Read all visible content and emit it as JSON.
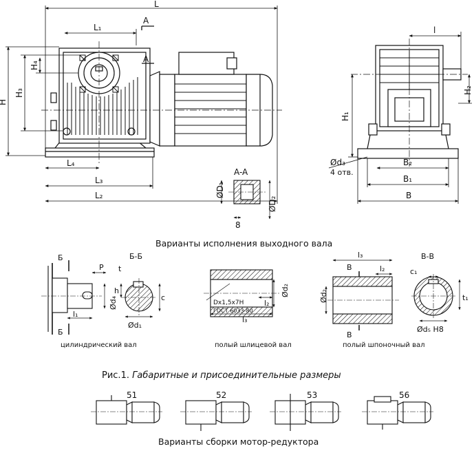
{
  "dims": {
    "L": "L",
    "L1": "L₁",
    "L2": "L₂",
    "L3": "L₃",
    "L4": "L₄",
    "H": "H",
    "H1": "H₁",
    "H2": "H₂",
    "H3": "H₃",
    "H4": "H₄",
    "A": "A",
    "B": "B",
    "B1": "B₁",
    "B2": "B₂",
    "l": "l",
    "d3": "Ød₃",
    "holes": "4 отв.",
    "section_AA": "A-A",
    "D1": "ØD₁",
    "D2": "ØD₂",
    "w8": "8"
  },
  "variants": {
    "title": "Варианты исполнения выходного вала",
    "cyl": {
      "label": "цилиндрический вал",
      "b_top": "Б",
      "b_bot": "Б",
      "P": "P",
      "l1": "l₁",
      "d4": "Ød₄",
      "section": "Б-Б",
      "t": "t",
      "h": "h",
      "c": "c",
      "d1": "Ød₁"
    },
    "spline": {
      "label": "полый шлицевой вал",
      "spec": "Dx1,5x7H",
      "gost": "ГОСТ 6033-80",
      "d2": "Ød₂",
      "l2": "l₂",
      "l3": "l₃"
    },
    "key": {
      "label": "полый шпоночный вал",
      "l3": "l₃",
      "v_top": "В",
      "v_bot": "В",
      "l2": "l₂",
      "d2": "Ød₂",
      "section": "В-В",
      "c1": "c₁",
      "t1": "t₁",
      "d5": "Ød₅ H8"
    }
  },
  "figure": {
    "prefix": "Рис.1.",
    "caption": "Габаритные и присоединительные размеры"
  },
  "assembly": {
    "labels": [
      "51",
      "52",
      "53",
      "56"
    ],
    "title": "Варианты сборки мотор-редуктора"
  }
}
